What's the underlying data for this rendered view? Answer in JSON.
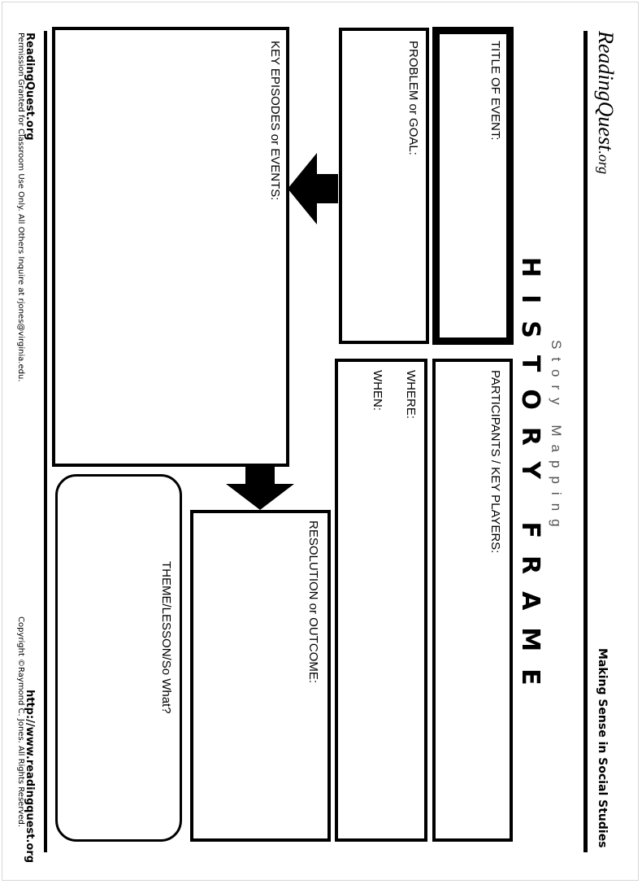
{
  "header": {
    "logo_reading": "Reading",
    "logo_quest": "Quest",
    "logo_org": ".org",
    "tagline": "Making Sense in Social Studies",
    "subtitle": "Story Mapping",
    "title": "HISTORY FRAME"
  },
  "boxes": {
    "title_of_event": "TITLE OF EVENT:",
    "participants": "PARTICIPANTS / KEY PLAYERS:",
    "problem_or_goal": "PROBLEM or GOAL:",
    "where": "WHERE:",
    "when": "WHEN:",
    "key_episodes": "KEY EPISODES or EVENTS:",
    "resolution": "RESOLUTION or OUTCOME:",
    "theme": "THEME/LESSON/So What?"
  },
  "footer": {
    "site_name": "ReadingQuest.org",
    "permission": "Permission Granted for Classroom Use Only. All Others Inquire at rjones@virginia.edu.",
    "url": "http://www.readingquest.org",
    "copyright": "Copyright ©Raymond C. Jones. All Rights Reserved."
  }
}
